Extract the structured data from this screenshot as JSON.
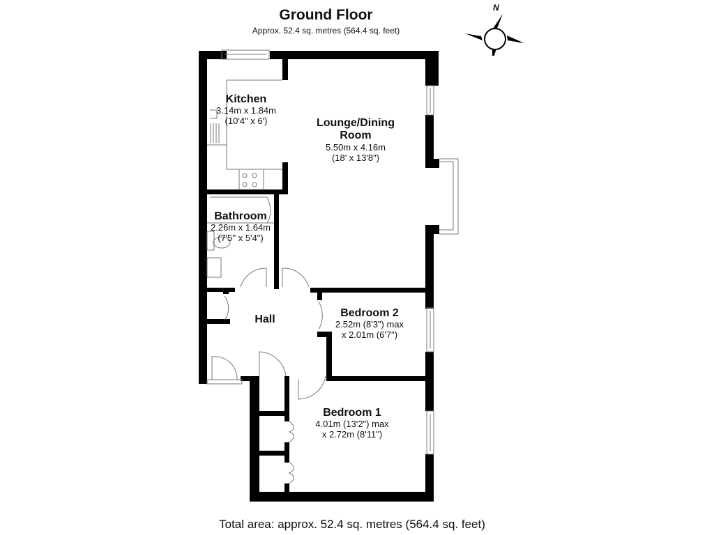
{
  "header": {
    "title": "Ground Floor",
    "subtitle": "Approx. 52.4 sq. metres (564.4 sq. feet)"
  },
  "compass": {
    "icon": "compass-north-icon",
    "label": "N"
  },
  "rooms": {
    "kitchen": {
      "name": "Kitchen",
      "dim_metric": "3.14m x 1.84m",
      "dim_imperial": "(10'4\" x 6')"
    },
    "lounge": {
      "name_line1": "Lounge/Dining",
      "name_line2": "Room",
      "dim_metric": "5.50m x 4.16m",
      "dim_imperial": "(18' x 13'8\")"
    },
    "bathroom": {
      "name": "Bathroom",
      "dim_metric": "2.26m x 1.64m",
      "dim_imperial": "(7'5\" x 5'4\")"
    },
    "hall": {
      "name": "Hall"
    },
    "bedroom2": {
      "name": "Bedroom 2",
      "dim_line1": "2.52m (8'3\") max",
      "dim_line2": "x 2.01m (6'7\")"
    },
    "bedroom1": {
      "name": "Bedroom 1",
      "dim_line1": "4.01m (13'2\") max",
      "dim_line2": "x 2.72m (8'11\")"
    }
  },
  "footer": {
    "total": "Total area: approx. 52.4 sq. metres (564.4 sq. feet)"
  },
  "colors": {
    "wall": "#000000",
    "fixture": "#888888",
    "background": "#ffffff"
  }
}
